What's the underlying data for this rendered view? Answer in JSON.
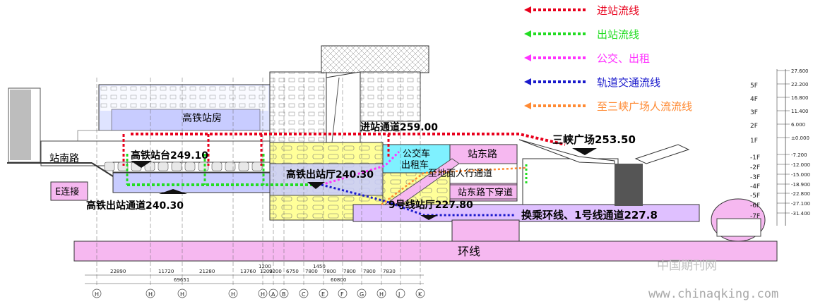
{
  "legend": [
    {
      "label": "进站流线",
      "color": "#e8001c"
    },
    {
      "label": "出站流线",
      "color": "#22dd22"
    },
    {
      "label": "公交、出租",
      "color": "#ff33ff"
    },
    {
      "label": "轨道交通流线",
      "color": "#1a1acc"
    },
    {
      "label": "至三峡广场人流流线",
      "color": "#ff8a33"
    }
  ],
  "labels": {
    "hsr_station_building": "高铁站房",
    "station_south_road": "站南路",
    "e_connection": "E连接",
    "hsr_platform": "高铁站台249.10",
    "hsr_exit_passage": "高铁出站通道240.30",
    "entry_passage": "进站通道259.00",
    "hsr_exit_hall": "高铁出站厅240.30",
    "bus": "公交车",
    "taxi": "出租车",
    "station_east_road": "站东路",
    "ground_pedestrian": "至地面人行通道",
    "station_east_underpass": "站东路下穿道",
    "line9_hall": "9号线站厅227.80",
    "transfer_passage": "换乘环线、1号线通道227.8",
    "sanxia_square": "三峡广场253.50",
    "ring_line": "环线"
  },
  "floors": [
    "5F",
    "4F",
    "3F",
    "2F",
    "1F",
    "-1F",
    "-2F",
    "-3F",
    "-4F",
    "-5F",
    "-6F",
    "-7F"
  ],
  "elevations": [
    "27.600",
    "22.200",
    "16.800",
    "11.400",
    "6.000",
    "±0.000",
    "-7.200",
    "-12.000",
    "-15.000",
    "-18.900",
    "-22.800",
    "-27.100",
    "-31.400"
  ],
  "dimensions_top": [
    "22890",
    "11720",
    "21280",
    "13760",
    "1200",
    "9200",
    "6750",
    "7800",
    "7800",
    "7800",
    "7800",
    "7830"
  ],
  "dimensions_bottom": [
    "69651",
    "60800"
  ],
  "dim_small": [
    "1200",
    "1450"
  ],
  "axis_labels": [
    "H",
    "H",
    "H",
    "H",
    "H",
    "A",
    "B",
    "C",
    "E",
    "F",
    "G",
    "H",
    "J",
    "K"
  ],
  "watermark": {
    "cn": "中国期刊网",
    "url": "www.chinaqking.com"
  },
  "colors": {
    "pink": "#f6b8f0",
    "yellow": "#ffff99",
    "cyan": "#7ff1ff",
    "violet": "#dfc0ff",
    "hall_blue": "#c8ccff"
  }
}
